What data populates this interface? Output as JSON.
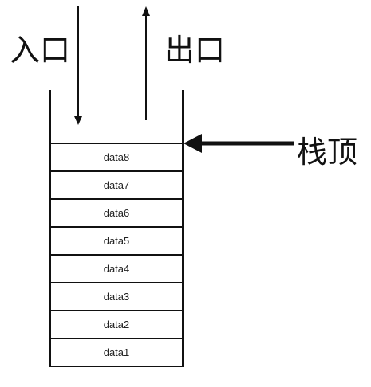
{
  "labels": {
    "entrance": "入口",
    "exit": "出口",
    "stack_top": "栈顶"
  },
  "stack": {
    "items": [
      "data8",
      "data7",
      "data6",
      "data5",
      "data4",
      "data3",
      "data2",
      "data1"
    ]
  }
}
